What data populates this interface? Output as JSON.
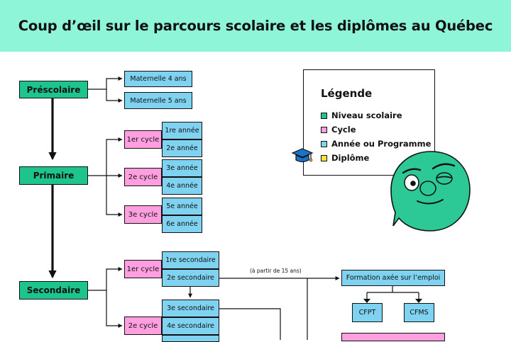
{
  "title": "Coup d’œil sur le parcours scolaire et les diplômes au Québec",
  "levels": {
    "prescolaire": "Préscolaire",
    "primaire": "Primaire",
    "secondaire": "Secondaire"
  },
  "prescolaire_items": [
    "Maternelle 4 ans",
    "Maternelle 5 ans"
  ],
  "primaire_cycles": [
    {
      "label": "1er cycle",
      "years": [
        "1re année",
        "2e année"
      ]
    },
    {
      "label": "2e cycle",
      "years": [
        "3e année",
        "4e année"
      ]
    },
    {
      "label": "3e cycle",
      "years": [
        "5e année",
        "6e année"
      ]
    }
  ],
  "secondaire_cycles": [
    {
      "label": "1er cycle",
      "years": [
        "1re secondaire",
        "2e secondaire"
      ]
    },
    {
      "label": "2e cycle",
      "years": [
        "3e secondaire",
        "4e secondaire"
      ]
    }
  ],
  "note_15": "(à partir de 15 ans)",
  "formation": {
    "title": "Formation axée sur l’emploi",
    "programs": [
      "CFPT",
      "CFMS"
    ]
  },
  "legend": {
    "title": "Légende",
    "items": [
      {
        "label": "Niveau scolaire",
        "color": "#1ec48e"
      },
      {
        "label": "Cycle",
        "color": "#ff9fe0"
      },
      {
        "label": "Année ou Programme",
        "color": "#7fd3f0"
      },
      {
        "label": "Diplôme",
        "color": "#ffe43a"
      }
    ]
  },
  "colors": {
    "header": "#8ef5d9",
    "level": "#1ec48e",
    "cycle": "#ff9fe0",
    "year": "#7fd3f0",
    "diploma": "#ffe43a",
    "mascot": "#2cc896"
  }
}
